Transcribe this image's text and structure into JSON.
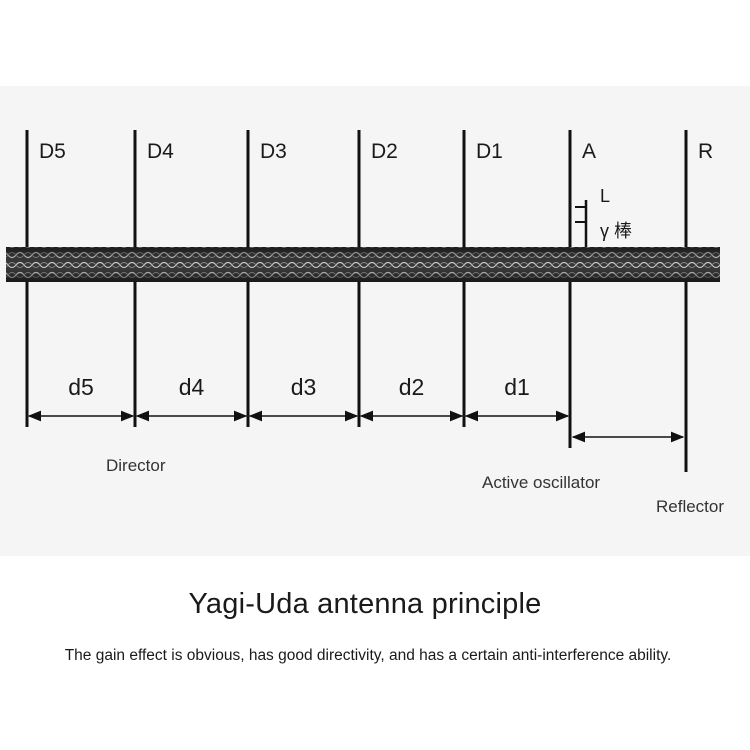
{
  "elements": [
    {
      "id": "D5",
      "label": "D5"
    },
    {
      "id": "D4",
      "label": "D4"
    },
    {
      "id": "D3",
      "label": "D3"
    },
    {
      "id": "D2",
      "label": "D2"
    },
    {
      "id": "D1",
      "label": "D1"
    },
    {
      "id": "A",
      "label": "A"
    },
    {
      "id": "R",
      "label": "R"
    }
  ],
  "spacings": [
    {
      "label": "d5"
    },
    {
      "label": "d4"
    },
    {
      "label": "d3"
    },
    {
      "label": "d2"
    },
    {
      "label": "d1"
    }
  ],
  "gamma_match": {
    "length_label": "L",
    "rod_label": "γ 棒"
  },
  "groups": {
    "director": "Director",
    "active": "Active oscillator",
    "reflector": "Reflector"
  },
  "title": "Yagi-Uda antenna principle",
  "subtitle": "The gain effect is obvious, has good directivity, and has a certain anti-interference ability.",
  "colors": {
    "element": "#111111",
    "boom": "#2b2b2b",
    "panel": "#f5f5f5"
  }
}
